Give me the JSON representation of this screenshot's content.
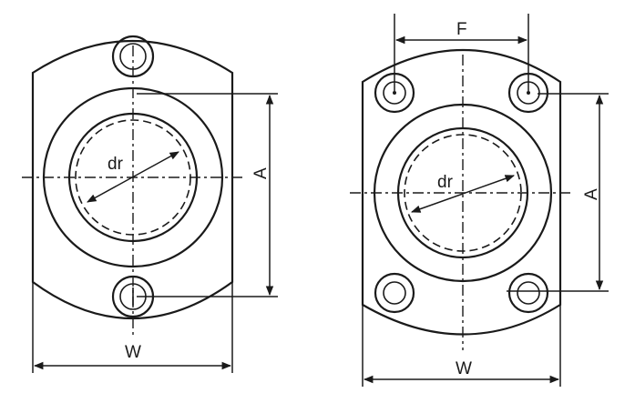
{
  "left_view": {
    "diameter_label": "dr",
    "height_label": "A",
    "width_label": "W"
  },
  "right_view": {
    "diameter_label": "dr",
    "height_label": "A",
    "width_label": "W",
    "spacing_label": "F"
  }
}
